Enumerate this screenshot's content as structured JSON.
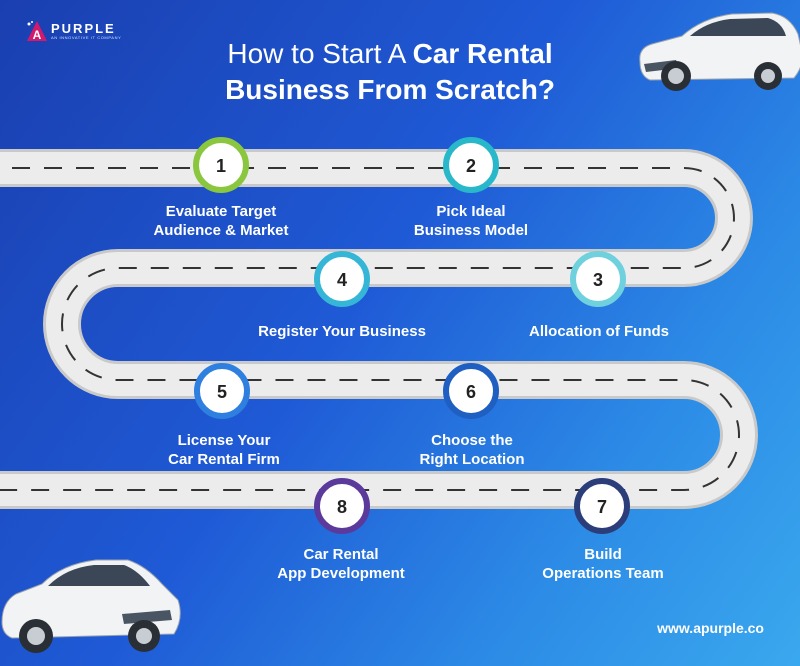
{
  "brand": {
    "name": "PURPLE",
    "mark_letter": "A",
    "tagline": "AN INNOVATIVE IT COMPANY",
    "website": "www.apurple.co",
    "accent_color": "#d3196b"
  },
  "title": {
    "regular": "How to Start A ",
    "bold_line1": "Car Rental",
    "line2": "Business From Scratch?"
  },
  "steps": [
    {
      "number": "1",
      "line1": "Evaluate Target",
      "line2": "Audience & Market",
      "ring_color": "#8bc63f"
    },
    {
      "number": "2",
      "line1": "Pick Ideal",
      "line2": "Business Model",
      "ring_color": "#29b8c9"
    },
    {
      "number": "3",
      "line1": "Allocation of Funds",
      "line2": "",
      "ring_color": "#6fd0de"
    },
    {
      "number": "4",
      "line1": "Register Your Business",
      "line2": "",
      "ring_color": "#36b6d6"
    },
    {
      "number": "5",
      "line1": "License Your",
      "line2": "Car Rental Firm",
      "ring_color": "#2f7fe0"
    },
    {
      "number": "6",
      "line1": "Choose the",
      "line2": "Right Location",
      "ring_color": "#1f5fc2"
    },
    {
      "number": "7",
      "line1": "Build",
      "line2": "Operations Team",
      "ring_color": "#2c3e7a"
    },
    {
      "number": "8",
      "line1": "Car Rental",
      "line2": "App Development",
      "ring_color": "#5b3a9c"
    }
  ],
  "colors": {
    "road": "#ececec",
    "road_edge": "#c9c9c9",
    "lane_dash": "#333333",
    "car_body": "#f2f3f5"
  }
}
